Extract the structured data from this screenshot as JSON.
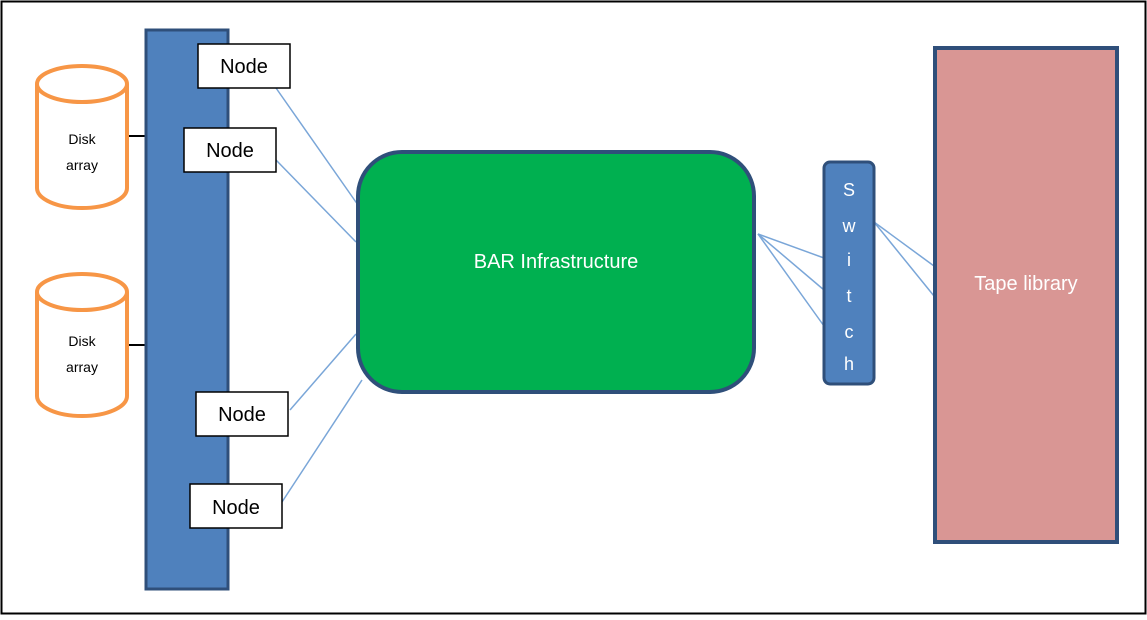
{
  "diagram": {
    "disk_arrays": [
      {
        "label_line1": "Disk",
        "label_line2": "array"
      },
      {
        "label_line1": "Disk",
        "label_line2": "array"
      }
    ],
    "nodes": [
      {
        "label": "Node"
      },
      {
        "label": "Node"
      },
      {
        "label": "Node"
      },
      {
        "label": "Node"
      }
    ],
    "bar_infrastructure": {
      "label": "BAR Infrastructure"
    },
    "switch": {
      "letters": [
        "S",
        "w",
        "i",
        "t",
        "c",
        "h"
      ]
    },
    "tape_library": {
      "label": "Tape library"
    }
  },
  "colors": {
    "bus_fill": "#4f81bd",
    "bus_stroke": "#2f4f7a",
    "disk_stroke": "#f79646",
    "bar_fill": "#00b050",
    "bar_stroke": "#2f4f7a",
    "switch_fill": "#4f81bd",
    "tape_fill": "#d99694",
    "tape_stroke": "#2f4f7a",
    "connector": "#7aa6d8"
  }
}
